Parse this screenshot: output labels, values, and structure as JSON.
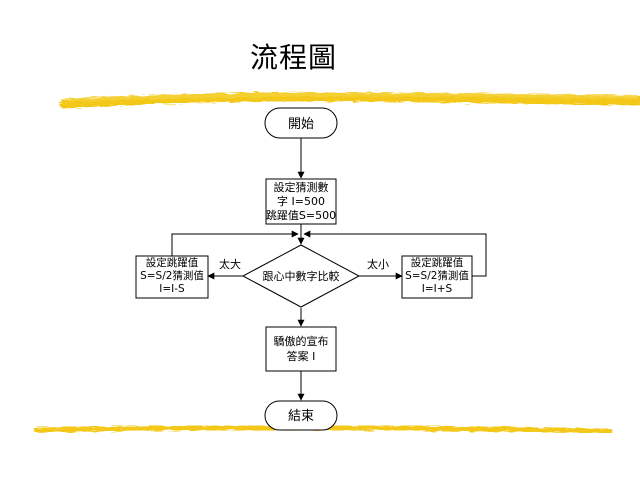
{
  "slide": {
    "title": "流程圖"
  },
  "flowchart": {
    "start": "開始",
    "init_box": [
      "設定猜測數",
      "字 I=500",
      "跳躍值S=500"
    ],
    "decision": "跟心中數字比較",
    "left_edge_label": "太大",
    "right_edge_label": "太小",
    "left_box": [
      "設定跳躍值",
      "S=S/2猜測值",
      "I=I-S"
    ],
    "right_box": [
      "設定跳躍值",
      "S=S/2猜測值",
      "I=I+S"
    ],
    "result_box": [
      "驕傲的宣布",
      "答案 I"
    ],
    "end": "結束"
  },
  "colors": {
    "highlight_stroke": "#f2c200",
    "line": "#000000",
    "fill": "#ffffff"
  }
}
